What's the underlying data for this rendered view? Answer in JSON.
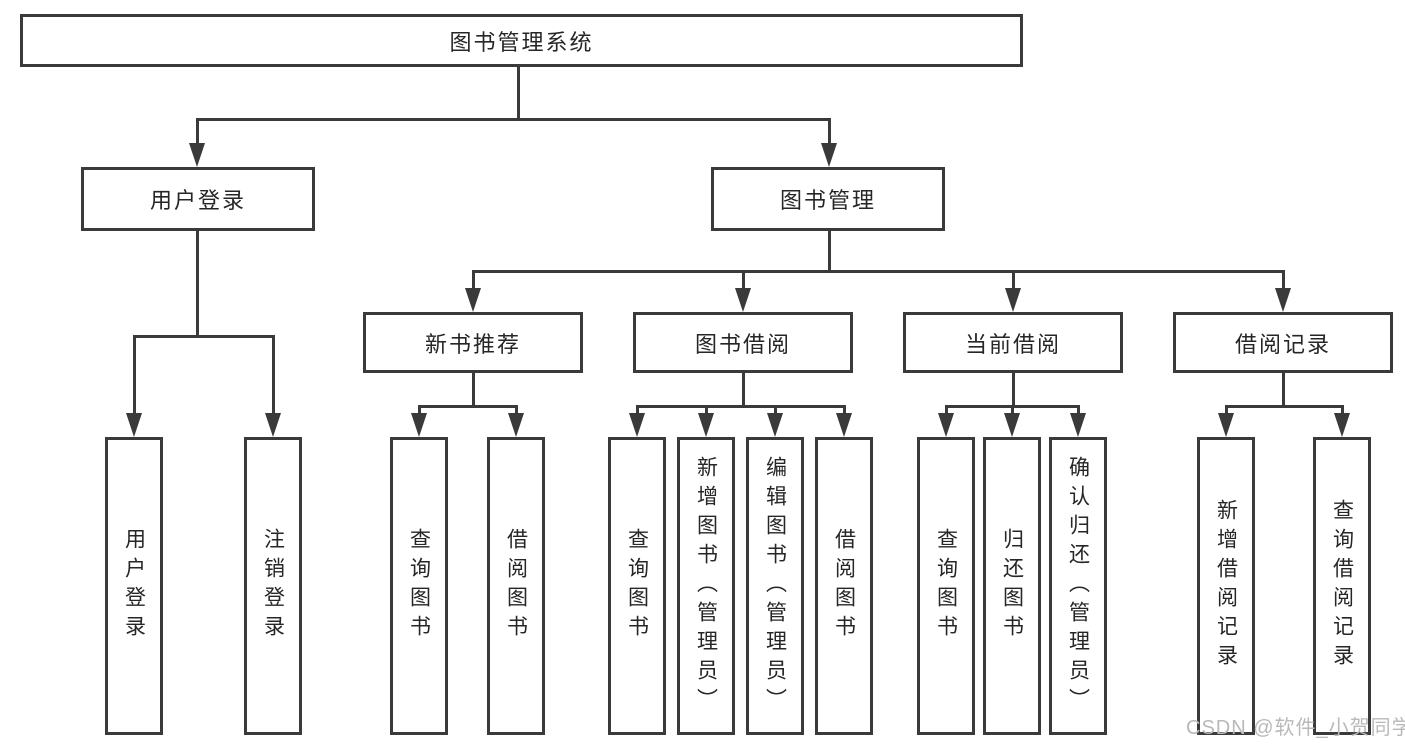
{
  "diagram": {
    "root": {
      "label": "图书管理系统"
    },
    "level2": [
      {
        "label": "用户登录"
      },
      {
        "label": "图书管理"
      }
    ],
    "level3": [
      {
        "label": "新书推荐"
      },
      {
        "label": "图书借阅"
      },
      {
        "label": "当前借阅"
      },
      {
        "label": "借阅记录"
      }
    ],
    "leaves": [
      {
        "label": "用户登录"
      },
      {
        "label": "注销登录"
      },
      {
        "label": "查询图书"
      },
      {
        "label": "借阅图书"
      },
      {
        "label": "查询图书"
      },
      {
        "label": "新增图书（管理员）"
      },
      {
        "label": "编辑图书（管理员）"
      },
      {
        "label": "借阅图书"
      },
      {
        "label": "查询图书"
      },
      {
        "label": "归还图书"
      },
      {
        "label": "确认归还（管理员）"
      },
      {
        "label": "新增借阅记录"
      },
      {
        "label": "查询借阅记录"
      }
    ],
    "watermark": "CSDN @软件_小贺同学",
    "colors": {
      "line": "#3a3a3a",
      "text": "#262626",
      "watermark": "#b9b9b9",
      "background": "#ffffff"
    }
  }
}
